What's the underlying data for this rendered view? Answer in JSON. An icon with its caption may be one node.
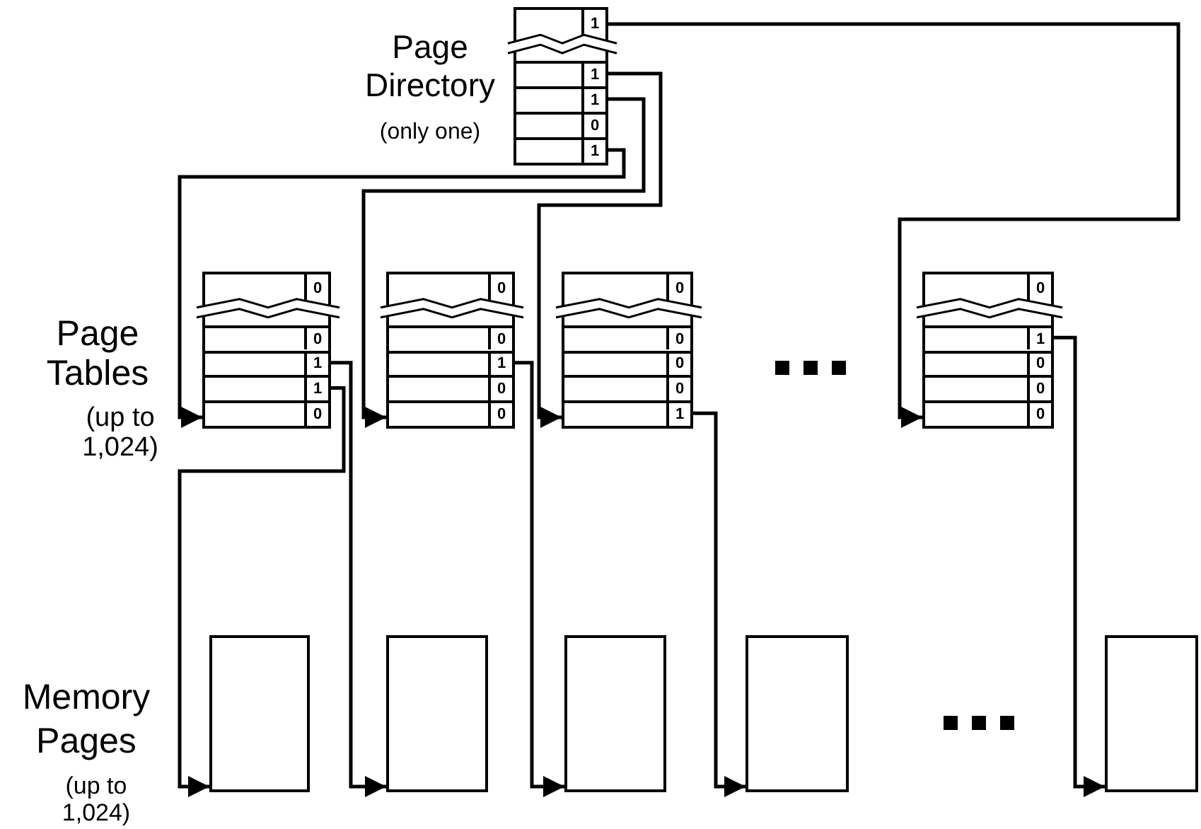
{
  "diagram": {
    "nodes": [
      {
        "text": [],
        "shape": "box"
      },
      {
        "text": [
          "1"
        ],
        "in": 0
      },
      {
        "text": [
          "1"
        ],
        "in": 0
      },
      {
        "text": [
          "1"
        ],
        "in": 0
      },
      {
        "text": [
          "0"
        ],
        "in": 0
      },
      {
        "text": [
          "1"
        ],
        "in": 0
      },
      {
        "text": [],
        "shape": "box"
      },
      {
        "text": [
          "0"
        ],
        "in": 6
      },
      {
        "text": [
          "0"
        ],
        "in": 6
      },
      {
        "text": [
          "1"
        ],
        "in": 6
      },
      {
        "text": [
          "1"
        ],
        "in": 6
      },
      {
        "text": [
          "0"
        ],
        "in": 6
      },
      {
        "text": [],
        "shape": "box"
      },
      {
        "text": [
          "0"
        ],
        "in": 12
      },
      {
        "text": [
          "0"
        ],
        "in": 12
      },
      {
        "text": [
          "1"
        ],
        "in": 12
      },
      {
        "text": [
          "0"
        ],
        "in": 12
      },
      {
        "text": [
          "0"
        ],
        "in": 12
      },
      {
        "text": [],
        "shape": "box"
      },
      {
        "text": [
          "0"
        ],
        "in": 18
      },
      {
        "text": [
          "0"
        ],
        "in": 18
      },
      {
        "text": [
          "0"
        ],
        "in": 18
      },
      {
        "text": [
          "0"
        ],
        "in": 18
      },
      {
        "text": [
          "1"
        ],
        "in": 18
      },
      {
        "text": [],
        "shape": "box"
      },
      {
        "text": [
          "0"
        ],
        "in": 24
      },
      {
        "text": [
          "1"
        ],
        "in": 24
      },
      {
        "text": [
          "0"
        ],
        "in": 24
      },
      {
        "text": [
          "0"
        ],
        "in": 24
      },
      {
        "text": [
          "0"
        ],
        "in": 24
      },
      {
        "text": [],
        "shape": "box"
      },
      {
        "text": [],
        "shape": "box"
      },
      {
        "text": [],
        "shape": "box"
      },
      {
        "text": [],
        "shape": "box"
      },
      {
        "text": [],
        "shape": "box"
      }
    ],
    "edges": [
      {
        "from": 1,
        "to": 24,
        "arrow": "to"
      },
      {
        "from": 2,
        "to": 18,
        "arrow": "to"
      },
      {
        "from": 3,
        "to": 12,
        "arrow": "to"
      },
      {
        "from": 5,
        "to": 6,
        "arrow": "to"
      },
      {
        "from": 9,
        "to": 31,
        "arrow": "to"
      },
      {
        "from": 10,
        "to": 30,
        "arrow": "to"
      },
      {
        "from": 15,
        "to": 32,
        "arrow": "to"
      },
      {
        "from": 23,
        "to": 33,
        "arrow": "to"
      },
      {
        "from": 26,
        "to": 34,
        "arrow": "to"
      }
    ],
    "labels": [
      "Page Directory",
      "(only one)",
      "Page Tables",
      "(up to 1,024)",
      "Memory Pages",
      "(up to 1,024)"
    ]
  }
}
